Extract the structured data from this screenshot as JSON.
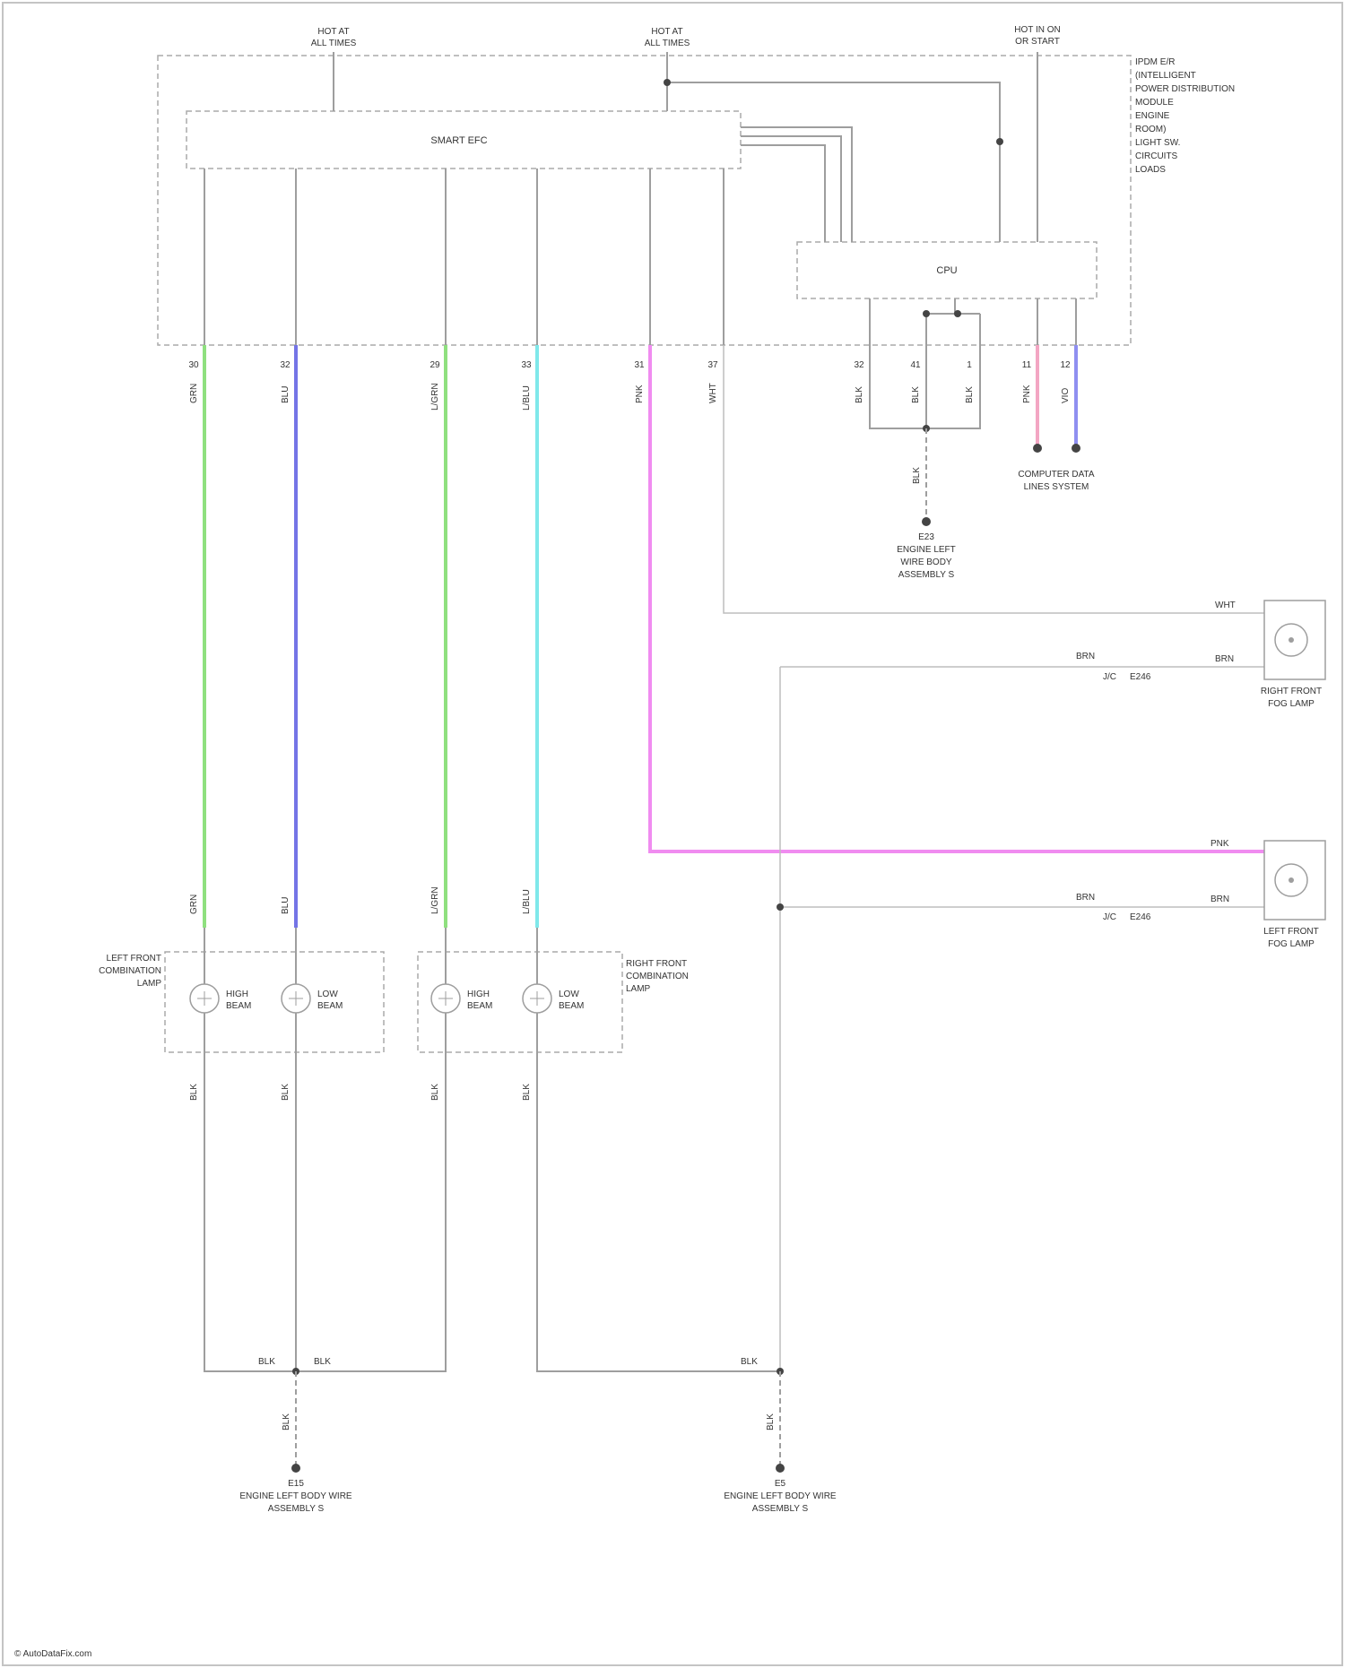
{
  "colors": {
    "green": "#8fe07f",
    "blue": "#7474e6",
    "cyan": "#7fe8ea",
    "magenta": "#f08cf0",
    "pink": "#f3a6c3",
    "violet": "#8f8ff0",
    "wire_gray": "#9e9e9e"
  },
  "top_labels": {
    "hot_left": [
      "HOT AT",
      "ALL TIMES"
    ],
    "hot_mid": [
      "HOT AT",
      "ALL TIMES"
    ],
    "hot_right": [
      "HOT IN ON",
      "OR START"
    ]
  },
  "module_legend": [
    "IPDM E/R",
    "(INTELLIGENT",
    "POWER DISTRIBUTION",
    "MODULE",
    "ENGINE",
    "ROOM)",
    "LIGHT SW.",
    "CIRCUITS",
    "LOADS"
  ],
  "blocks": {
    "upper": "SMART EFC",
    "cpu": "CPU"
  },
  "pins": {
    "module_bottom": [
      "30",
      "32",
      "29",
      "33",
      "31",
      "37"
    ],
    "cpu_bottom": [
      "32",
      "41",
      "1"
    ],
    "cpu_right": [
      "11",
      "12"
    ]
  },
  "wire_codes": {
    "module_bottom": [
      "GRN",
      "BLU",
      "L/GRN",
      "L/BLU",
      "PNK",
      "WHT"
    ],
    "cpu_bottom": [
      "BLK",
      "BLK",
      "BLK"
    ],
    "cpu_right": [
      "PNK",
      "VIO"
    ],
    "cpu_ground": "BLK",
    "headlamp_top": [
      "GRN",
      "BLU",
      "L/GRN",
      "L/BLU"
    ],
    "headlamp_bottom": [
      "BLK",
      "BLK",
      "BLK",
      "BLK"
    ],
    "ground_junction_left": [
      "BLK",
      "BLK"
    ],
    "ground_junction_right": "BLK",
    "ground_drop_left": "BLK",
    "ground_drop_right": "BLK",
    "rear_right_top": "WHT",
    "rear_right_splice": "BRN",
    "rear_right_right": "BRN",
    "rear_left_top": "PNK",
    "rear_left_splice": "BRN",
    "rear_left_right": "BRN"
  },
  "splices": {
    "rear_right": [
      "J/C",
      "E246"
    ],
    "rear_left": [
      "J/C",
      "E246"
    ]
  },
  "components": {
    "left_headlamp": [
      "LEFT FRONT",
      "COMBINATION",
      "LAMP"
    ],
    "right_headlamp": [
      "RIGHT FRONT",
      "COMBINATION",
      "LAMP"
    ],
    "high_beam": [
      "HIGH",
      "BEAM"
    ],
    "low_beam": [
      "LOW",
      "BEAM"
    ],
    "right_fog": [
      "RIGHT FRONT",
      "FOG LAMP"
    ],
    "left_fog": [
      "LEFT FRONT",
      "FOG LAMP"
    ],
    "can_comm": [
      "COMPUTER DATA",
      "LINES SYSTEM"
    ]
  },
  "grounds": {
    "cpu": [
      "E23",
      "ENGINE LEFT",
      "WIRE BODY",
      "ASSEMBLY S"
    ],
    "left": [
      "E15",
      "ENGINE LEFT BODY WIRE",
      "ASSEMBLY S"
    ],
    "right": [
      "E5",
      "ENGINE LEFT BODY WIRE",
      "ASSEMBLY S"
    ]
  },
  "footer": "© AutoDataFix.com"
}
